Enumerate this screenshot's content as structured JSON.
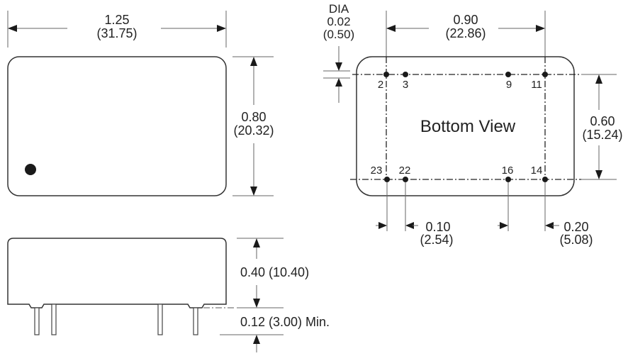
{
  "drawing": {
    "top_view": {
      "width_dim": {
        "inch": "1.25",
        "mm": "(31.75)"
      },
      "height_dim": {
        "inch": "0.80",
        "mm": "(20.32)"
      },
      "pin1_marker": "pin-1 orientation dot"
    },
    "bottom_view": {
      "title": "Bottom View",
      "pin_diameter": {
        "label": "DIA",
        "inch": "0.02",
        "mm": "(0.50)"
      },
      "pin_row_span": {
        "inch": "0.90",
        "mm": "(22.86)"
      },
      "row_spacing": {
        "inch": "0.60",
        "mm": "(15.24)"
      },
      "pin_pitch": {
        "inch": "0.10",
        "mm": "(2.54)"
      },
      "pin_offset": {
        "inch": "0.20",
        "mm": "(5.08)"
      },
      "top_row_pins": [
        "2",
        "3",
        "9",
        "11"
      ],
      "bottom_row_pins": [
        "23",
        "22",
        "16",
        "14"
      ]
    },
    "side_view": {
      "height_dim": "0.40 (10.40)",
      "pin_length_dim": "0.12 (3.00) Min."
    }
  },
  "colors": {
    "line": "#222222",
    "dimension": "#666666",
    "background": "#ffffff"
  }
}
